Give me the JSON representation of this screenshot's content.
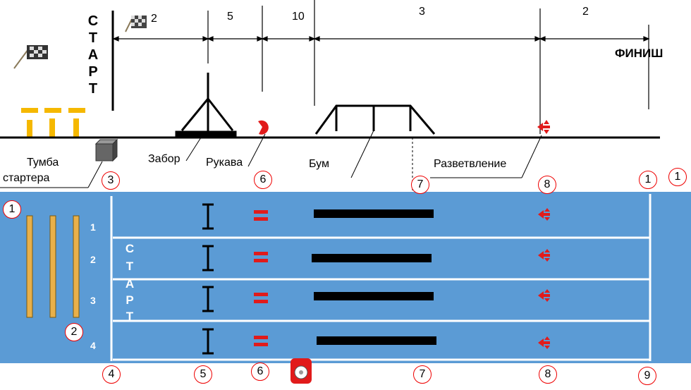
{
  "diagram": {
    "segments": [
      "2",
      "5",
      "10",
      "3",
      "2"
    ],
    "start_letters": [
      "С",
      "Т",
      "А",
      "Р",
      "Т"
    ],
    "finish": "ФИНИШ",
    "labels": {
      "starter": [
        "Тумба",
        "стартера"
      ],
      "fence": "Забор",
      "sleeves": "Рукава",
      "boom": "Бум",
      "branch": "Разветвление"
    },
    "top_markers": [
      "3",
      "6",
      "7",
      "8",
      "1",
      "1"
    ],
    "bottom_markers": [
      "4",
      "5",
      "6",
      "7",
      "8",
      "9"
    ],
    "left_marker": "1",
    "box_marker": "2",
    "lanes": [
      "1",
      "2",
      "3",
      "4"
    ],
    "colors": {
      "track": "#5b9bd5",
      "obstacle_red": "#e11b1b",
      "bar_yellow": "#f5b800",
      "plank": "#e8b04a"
    }
  }
}
